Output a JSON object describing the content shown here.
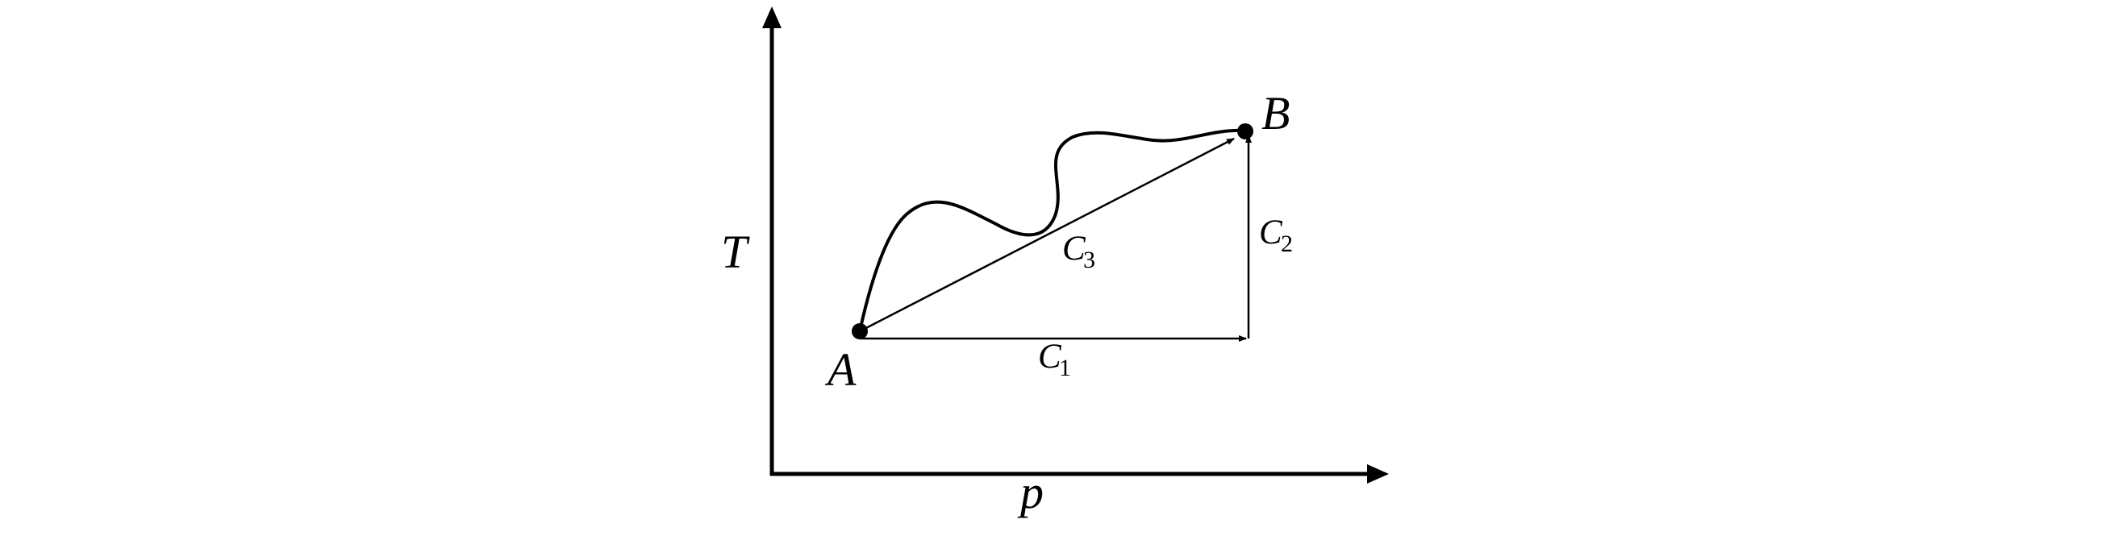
{
  "axes": {
    "y_label": "T",
    "x_label": "p"
  },
  "points": {
    "start": "A",
    "end": "B"
  },
  "paths": [
    {
      "letter": "C",
      "index": "1"
    },
    {
      "letter": "C",
      "index": "2"
    },
    {
      "letter": "C",
      "index": "3"
    }
  ],
  "colors": {
    "stroke": "#000000",
    "background": "#ffffff"
  }
}
